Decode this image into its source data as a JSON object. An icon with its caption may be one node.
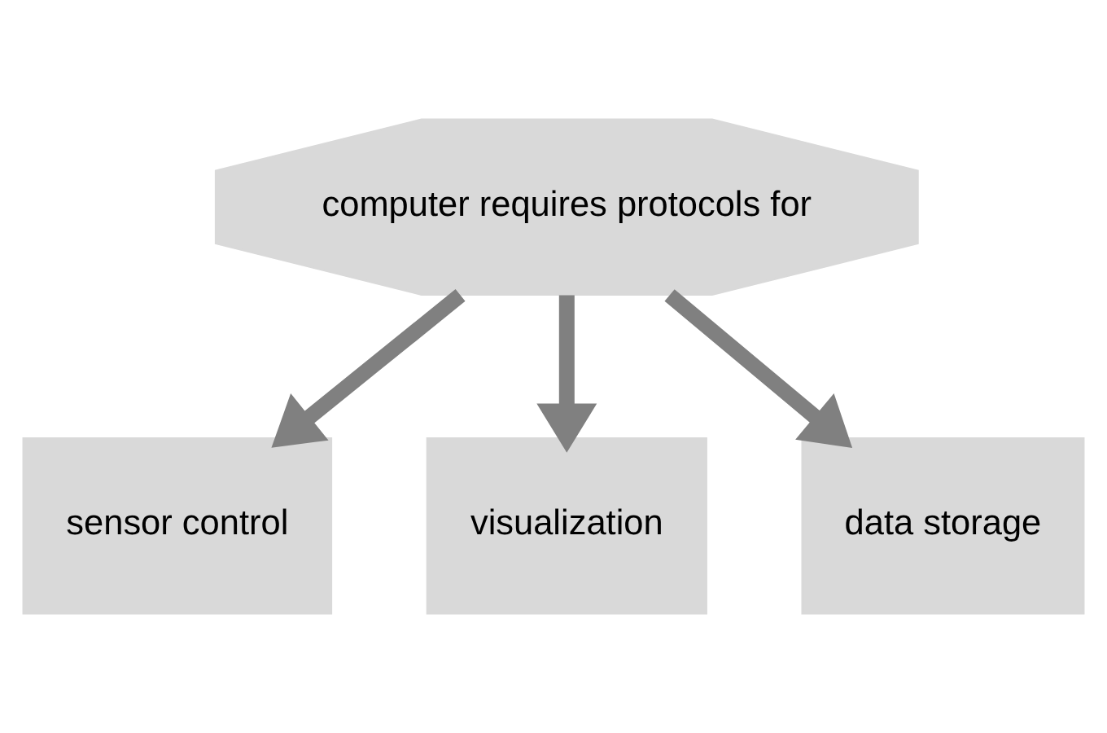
{
  "diagram": {
    "nodes": [
      {
        "text": [
          "computer requires protocols for"
        ]
      },
      {
        "text": [
          "sensor control"
        ]
      },
      {
        "text": [
          "visualization"
        ]
      },
      {
        "text": [
          "data storage"
        ]
      }
    ],
    "edges": [
      {
        "from": 0,
        "to": 1,
        "arrow": "to"
      },
      {
        "from": 0,
        "to": 2,
        "arrow": "to"
      },
      {
        "from": 0,
        "to": 3,
        "arrow": "to"
      }
    ]
  }
}
